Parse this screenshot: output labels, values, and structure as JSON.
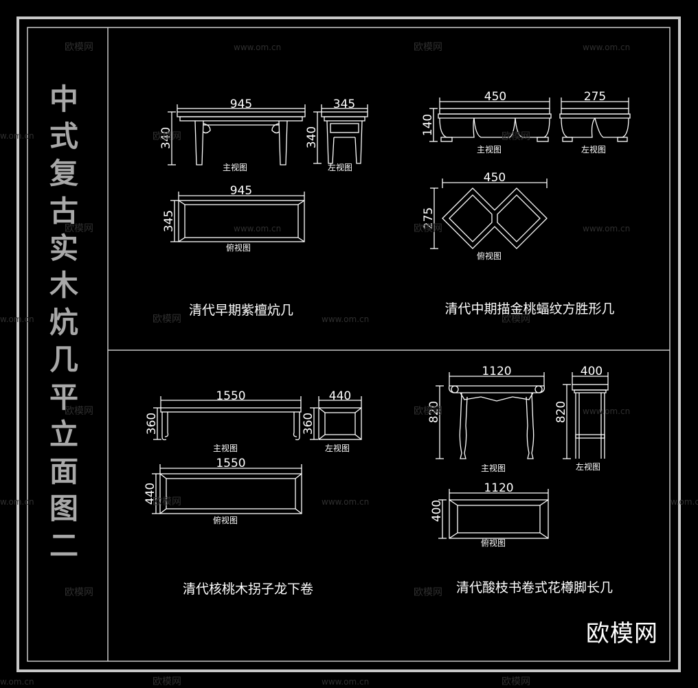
{
  "side_title": [
    "中",
    "式",
    "复",
    "古",
    "实",
    "木",
    "炕",
    "几",
    "平",
    "立",
    "面",
    "图",
    "二"
  ],
  "panels": {
    "tl": {
      "title": "清代早期紫檀炕几",
      "front_label": "主视图",
      "side_label": "左视图",
      "top_label": "俯视图",
      "front_w": "945",
      "front_h": "340",
      "side_w": "345",
      "side_h": "340",
      "top_w": "945",
      "top_h": "345"
    },
    "tr": {
      "title": "清代中期描金桃蝠纹方胜形几",
      "front_label": "主视图",
      "side_label": "左视图",
      "top_label": "俯视图",
      "front_w": "450",
      "front_h": "140",
      "side_w": "275",
      "top_w": "450",
      "top_h": "275"
    },
    "bl": {
      "title": "清代核桃木拐子龙下卷",
      "front_label": "主视图",
      "side_label": "左视图",
      "top_label": "俯视图",
      "front_w": "1550",
      "front_h": "360",
      "side_w": "440",
      "side_h": "360",
      "top_w": "1550",
      "top_h": "440"
    },
    "br": {
      "title": "清代酸枝书卷式花樽脚长几",
      "front_label": "主视图",
      "side_label": "左视图",
      "top_label": "俯视图",
      "front_w": "1120",
      "front_h": "820",
      "side_w": "400",
      "side_h": "820",
      "top_w": "1120",
      "top_h": "400"
    }
  },
  "watermarks": {
    "brand": "欧模网",
    "url": "www.om.cn",
    "partial_url": "w.om.cn"
  },
  "logo": "欧模网",
  "colors": {
    "background": "#000000",
    "line": "#ffffff",
    "frame": "#c8c8c8",
    "title": "#a8a8a8"
  }
}
